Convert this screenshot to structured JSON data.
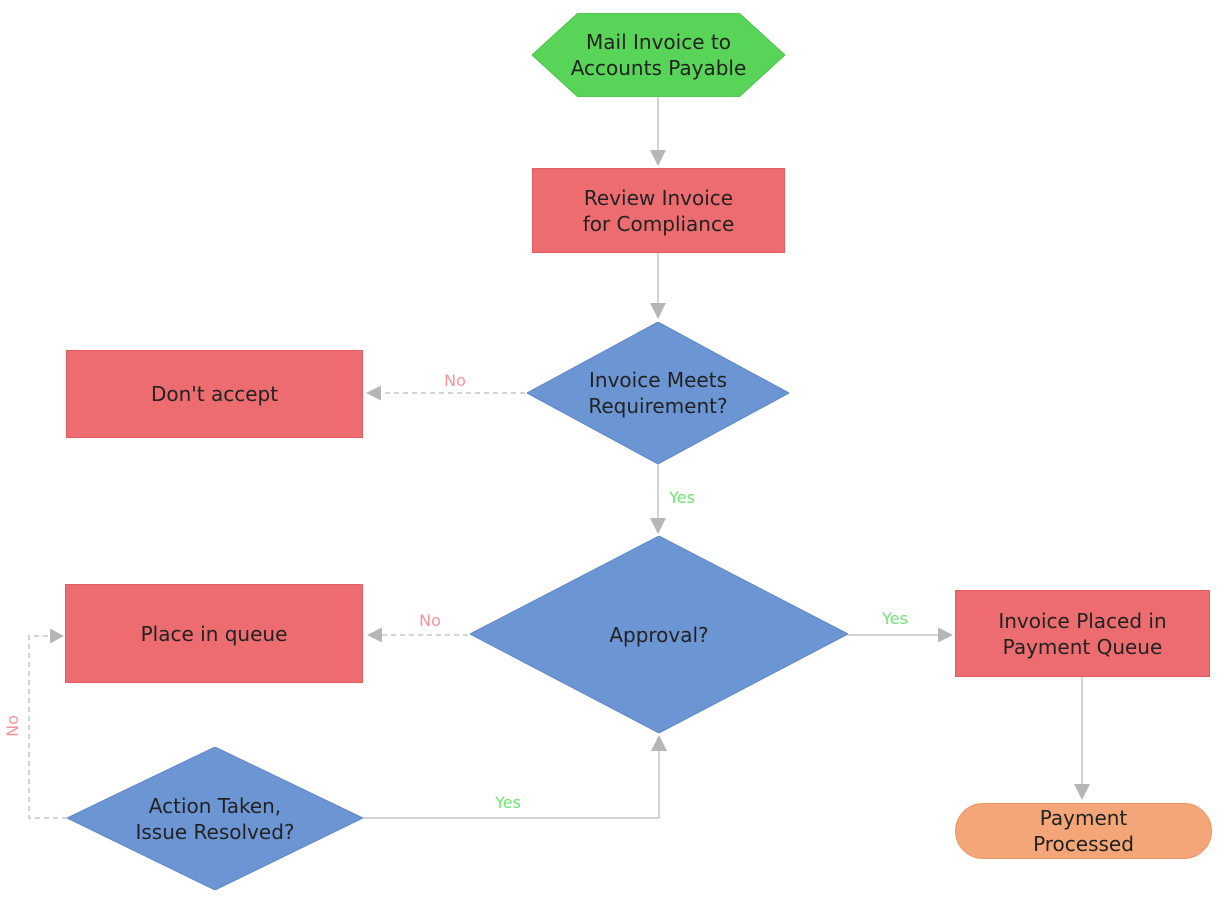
{
  "diagram": {
    "type": "flowchart",
    "background": "#ffffff"
  },
  "colors": {
    "start_fill": "#58d458",
    "start_stroke": "#4ac24a",
    "process_fill": "#ed6c70",
    "process_stroke": "#e25c60",
    "decision_fill": "#6b96d3",
    "decision_stroke": "#6089c4",
    "end_fill": "#f4a678",
    "end_stroke": "#ea9765",
    "yes_color": "#6fe46f",
    "no_color": "#f5949b",
    "line_color": "#c6c6c6",
    "arrow_color": "#b6b6b6",
    "text_color": "#222222"
  },
  "nodes": {
    "mail_invoice": {
      "type": "start",
      "shape": "hexagon",
      "label": "Mail Invoice to\nAccounts Payable"
    },
    "review_invoice": {
      "type": "process",
      "shape": "rectangle",
      "label": "Review Invoice\nfor Compliance"
    },
    "invoice_meets_requirement": {
      "type": "decision",
      "shape": "diamond",
      "label": "Invoice Meets\nRequirement?"
    },
    "dont_accept": {
      "type": "process",
      "shape": "rectangle",
      "label": "Don't accept"
    },
    "approval": {
      "type": "decision",
      "shape": "diamond",
      "label": "Approval?"
    },
    "place_in_queue": {
      "type": "process",
      "shape": "rectangle",
      "label": "Place in queue"
    },
    "action_taken": {
      "type": "decision",
      "shape": "diamond",
      "label": "Action Taken,\nIssue Resolved?"
    },
    "invoice_placed": {
      "type": "process",
      "shape": "rectangle",
      "label": "Invoice Placed in\nPayment Queue"
    },
    "payment_processed": {
      "type": "end",
      "shape": "rounded",
      "label": "Payment\nProcessed"
    }
  },
  "edges": {
    "mail_to_review": {
      "from": "mail_invoice",
      "to": "review_invoice",
      "label": "",
      "style": "solid"
    },
    "review_to_requirement": {
      "from": "review_invoice",
      "to": "invoice_meets_requirement",
      "label": "",
      "style": "solid"
    },
    "requirement_no": {
      "from": "invoice_meets_requirement",
      "to": "dont_accept",
      "label": "No",
      "style": "dashed"
    },
    "requirement_yes": {
      "from": "invoice_meets_requirement",
      "to": "approval",
      "label": "Yes",
      "style": "solid"
    },
    "approval_no": {
      "from": "approval",
      "to": "place_in_queue",
      "label": "No",
      "style": "dashed"
    },
    "approval_yes": {
      "from": "approval",
      "to": "invoice_placed",
      "label": "Yes",
      "style": "solid"
    },
    "placed_to_processed": {
      "from": "invoice_placed",
      "to": "payment_processed",
      "label": "",
      "style": "solid"
    },
    "action_yes": {
      "from": "action_taken",
      "to": "approval",
      "label": "Yes",
      "style": "solid"
    },
    "action_no": {
      "from": "action_taken",
      "to": "place_in_queue",
      "label": "No",
      "style": "dashed"
    }
  }
}
